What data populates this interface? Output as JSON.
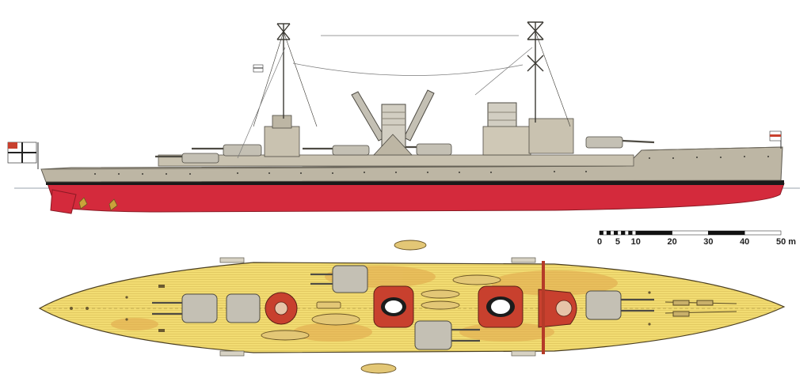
{
  "scale_bar": {
    "unit": "m",
    "ticks": [
      {
        "value": 0,
        "label": "0"
      },
      {
        "value": 5,
        "label": "5"
      },
      {
        "value": 10,
        "label": "10"
      },
      {
        "value": 20,
        "label": "20"
      },
      {
        "value": 30,
        "label": "30"
      },
      {
        "value": 40,
        "label": "40"
      },
      {
        "value": 50,
        "label": "50 m"
      }
    ]
  },
  "colors": {
    "hull_grey": "#bdb6a4",
    "waterline_black": "#1a1a1a",
    "lower_hull_red": "#d42a3c",
    "deck_yellow": "#f2dc72",
    "deck_stain": "#e0a64a",
    "turret_grey": "#c4c0b4",
    "funnel_red": "#c8402e"
  }
}
